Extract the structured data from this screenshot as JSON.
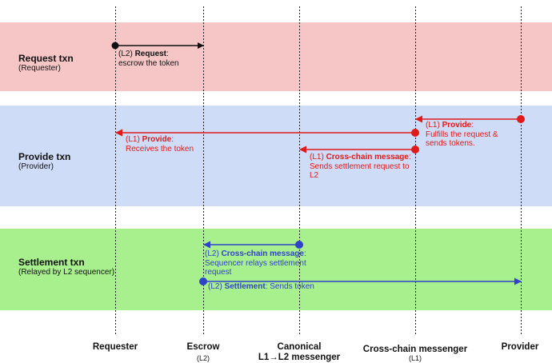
{
  "bands": {
    "request": {
      "title": "Request txn",
      "subtitle": "(Requester)"
    },
    "provide": {
      "title": "Provide txn",
      "subtitle": "(Provider)"
    },
    "settlement": {
      "title": "Settlement txn",
      "subtitle": "(Relayed by L2 sequencer)"
    }
  },
  "messages": {
    "request": {
      "prefix": "(L2) ",
      "bold": "Request",
      "suffix": ":",
      "line2": "escrow the token"
    },
    "provide_to_requester": {
      "prefix": "(L1) ",
      "bold": "Provide",
      "suffix": ":",
      "line2": "Receives the token"
    },
    "provider_provide": {
      "prefix": "(L1) ",
      "bold": "Provide",
      "suffix": ":",
      "line2": "Fulfills the request &",
      "line3": "sends tokens."
    },
    "l1_cross_chain": {
      "prefix": "(L1) ",
      "bold": "Cross-chain message",
      "suffix": ":",
      "line2": "Sends settlement request to",
      "line3": "L2"
    },
    "l2_cross_chain": {
      "prefix": "(L2) ",
      "bold": "Cross-chain message",
      "suffix": ":",
      "line2": "Sequencer relays settlement",
      "line3": "request"
    },
    "settlement": {
      "prefix": "(L2) ",
      "bold": "Settlement",
      "suffix": ": Sends token"
    }
  },
  "actors": {
    "requester": {
      "name": "Requester"
    },
    "escrow": {
      "name": "Escrow",
      "sub": "(L2)"
    },
    "canonical": {
      "line1": "Canonical",
      "line2": "L1→L2 messenger"
    },
    "crosschain": {
      "name": "Cross-chain messenger",
      "sub": "(L1)"
    },
    "provider": {
      "name": "Provider"
    }
  },
  "colors": {
    "black": "#111111",
    "red": "#e01a1a",
    "blue": "#2f43c8",
    "request_band": "#f6c6c6",
    "provide_band": "#cfdcf7",
    "settlement_band": "#a8ef8e"
  }
}
